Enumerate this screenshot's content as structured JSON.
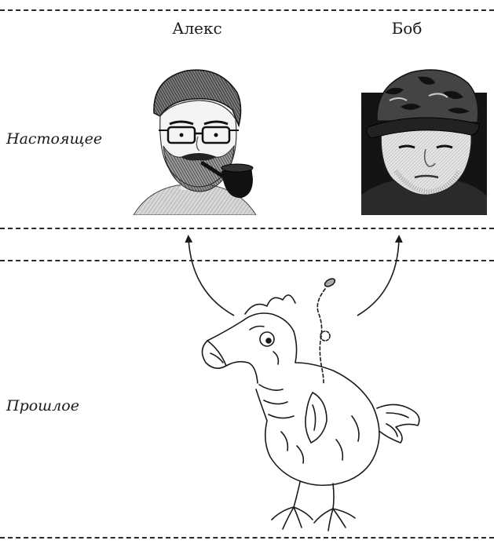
{
  "row_labels": {
    "present": "Настоящее",
    "past": "Прошлое"
  },
  "people": [
    {
      "name": "Алекс"
    },
    {
      "name": "Боб"
    }
  ],
  "colors": {
    "ink": "#1a1a1a",
    "dashes": "#2a2a2a"
  },
  "icons": {
    "alex": "bearded-man-with-pipe-portrait",
    "bob": "man-in-camo-cap-portrait",
    "past": "dodo-bird-sketch"
  }
}
